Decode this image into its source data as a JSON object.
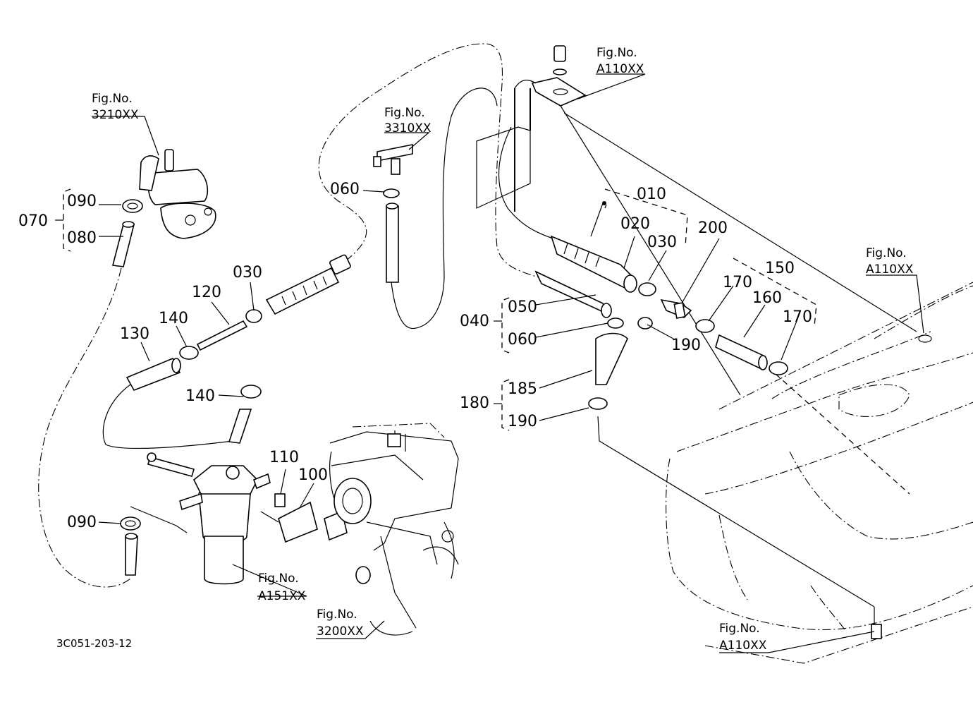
{
  "part_labels": [
    {
      "id": "p010",
      "text": "010"
    },
    {
      "id": "p020",
      "text": "020"
    },
    {
      "id": "p030a",
      "text": "030"
    },
    {
      "id": "p200",
      "text": "200"
    },
    {
      "id": "p150",
      "text": "150"
    },
    {
      "id": "p170a",
      "text": "170"
    },
    {
      "id": "p160",
      "text": "160"
    },
    {
      "id": "p170b",
      "text": "170"
    },
    {
      "id": "p040",
      "text": "040"
    },
    {
      "id": "p050",
      "text": "050"
    },
    {
      "id": "p060b",
      "text": "060"
    },
    {
      "id": "p190a",
      "text": "190"
    },
    {
      "id": "p180",
      "text": "180"
    },
    {
      "id": "p185",
      "text": "185"
    },
    {
      "id": "p190b",
      "text": "190"
    },
    {
      "id": "p060a",
      "text": "060"
    },
    {
      "id": "p070",
      "text": "070"
    },
    {
      "id": "p090a",
      "text": "090"
    },
    {
      "id": "p080",
      "text": "080"
    },
    {
      "id": "p030b",
      "text": "030"
    },
    {
      "id": "p120",
      "text": "120"
    },
    {
      "id": "p140a",
      "text": "140"
    },
    {
      "id": "p130",
      "text": "130"
    },
    {
      "id": "p140b",
      "text": "140"
    },
    {
      "id": "p110",
      "text": "110"
    },
    {
      "id": "p100",
      "text": "100"
    },
    {
      "id": "p090b",
      "text": "090"
    }
  ],
  "figure_refs": [
    {
      "id": "f3210",
      "line1": "Fig.No.",
      "line2": "3210XX"
    },
    {
      "id": "f3310",
      "line1": "Fig.No.",
      "line2": "3310XX"
    },
    {
      "id": "fA110a",
      "line1": "Fig.No.",
      "line2": "A110XX"
    },
    {
      "id": "fA110b",
      "line1": "Fig.No.",
      "line2": "A110XX"
    },
    {
      "id": "fA110c",
      "line1": "Fig.No.",
      "line2": "A110XX"
    },
    {
      "id": "fA151",
      "line1": "Fig.No.",
      "line2": "A151XX"
    },
    {
      "id": "f3200",
      "line1": "Fig.No.",
      "line2": "3200XX"
    }
  ],
  "drawing_code": "3C051-203-12"
}
